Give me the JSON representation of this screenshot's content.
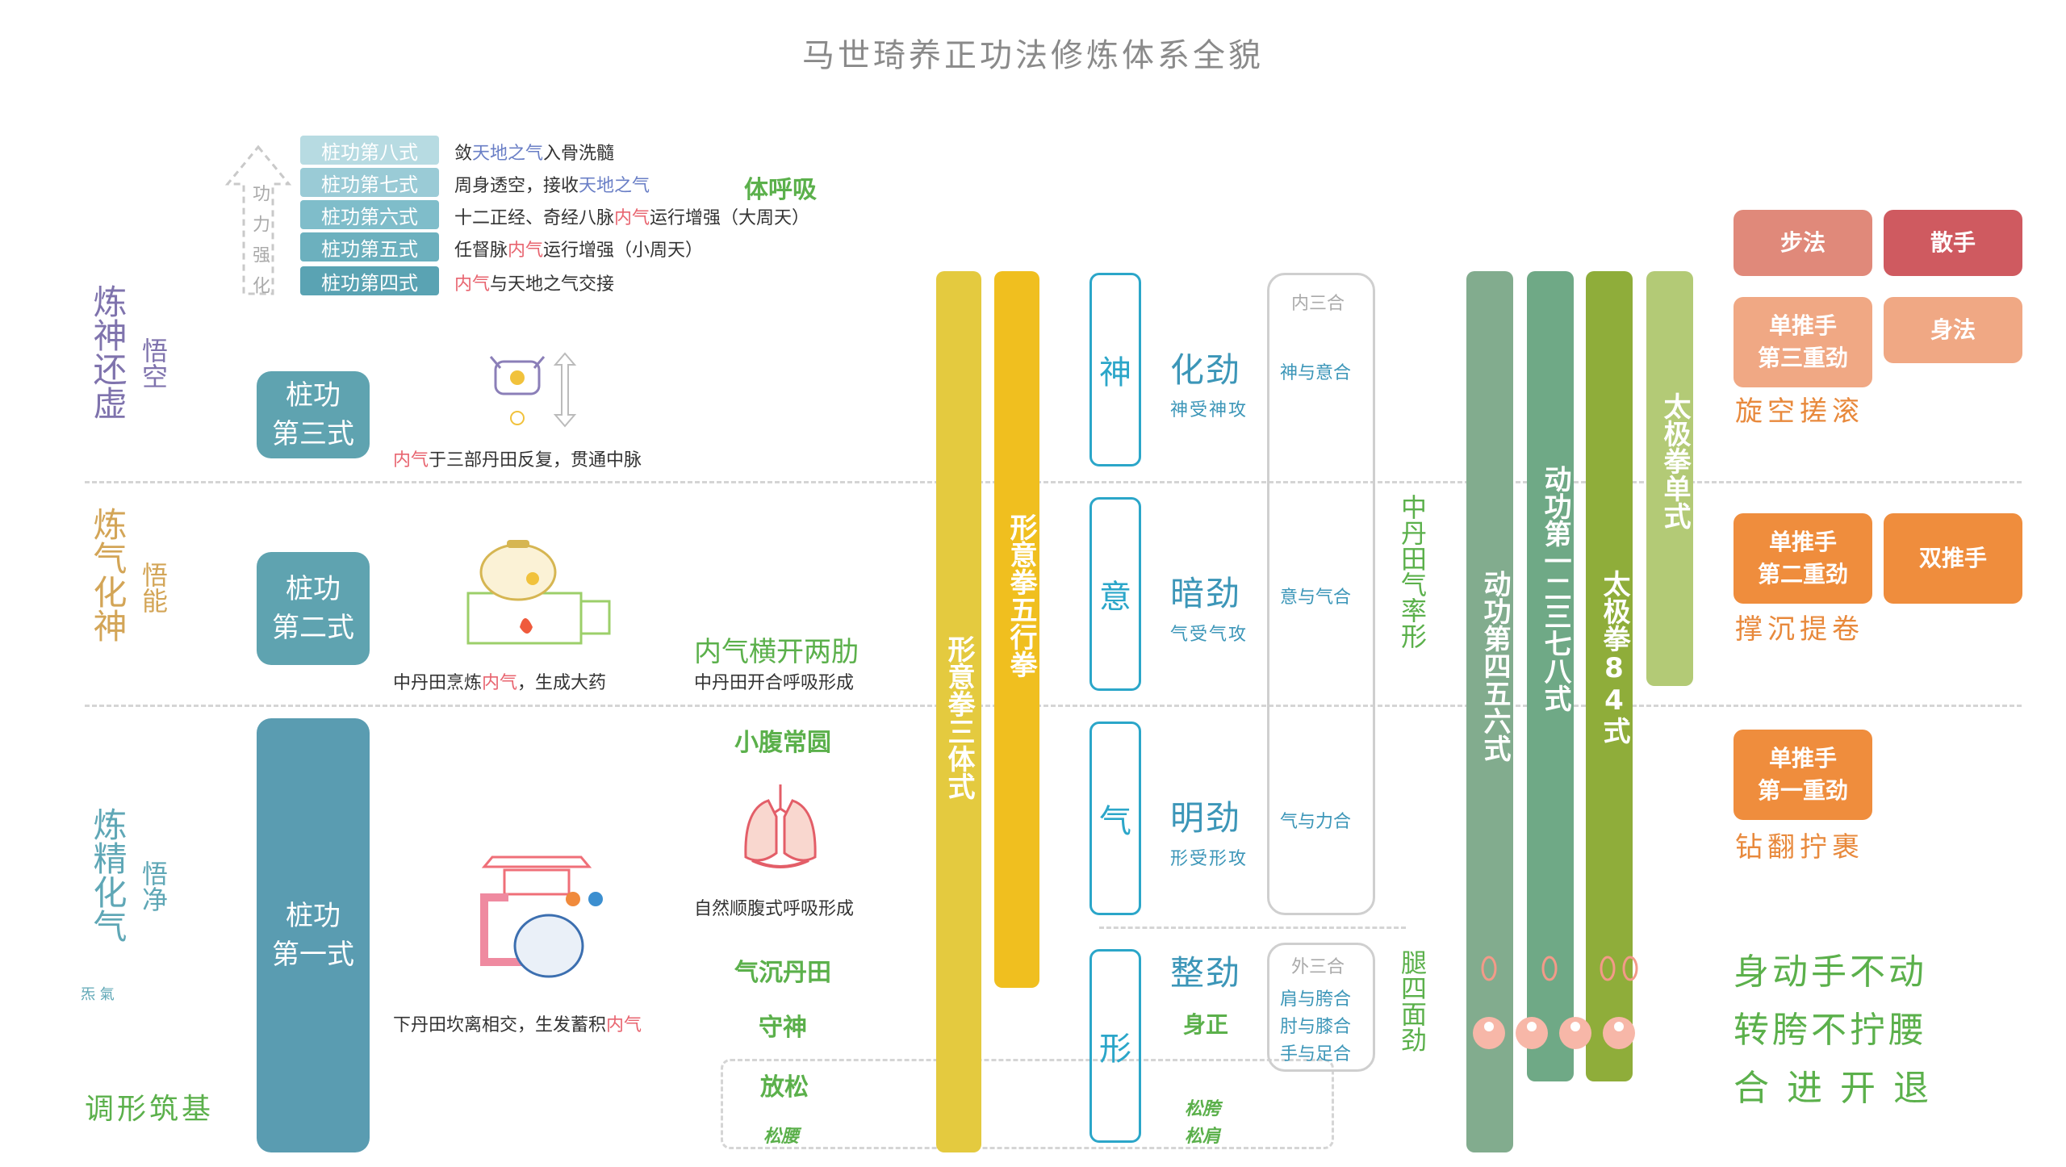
{
  "title": "马世琦养正功法修炼体系全貌",
  "colors": {
    "teal": "#5fa7b6",
    "teal_dark": "#4f97a6",
    "pillar_yellow": "#e4ca3f",
    "pillar_gold": "#f0bf1f",
    "pillar_green1": "#82ac8e",
    "pillar_green2": "#6fa986",
    "pillar_olive": "#8fad3a",
    "pillar_light": "#b3ca76",
    "jin_blue": "#2ba6c9",
    "green_text": "#5bb04b",
    "orange": "#ef8d3d",
    "salmon": "#e0897a",
    "red_btn": "#cf5a60",
    "peach": "#f0a884"
  },
  "gongli": {
    "label": "功力强化",
    "icon": "up-arrow-icon"
  },
  "stances_upper": [
    {
      "label": "桩功第八式",
      "desc_parts": [
        "敛",
        "天地之气",
        "入骨洗髓"
      ],
      "color": "#b7dbe2"
    },
    {
      "label": "桩功第七式",
      "desc_parts": [
        "周身透空，接收",
        "天地之气",
        ""
      ],
      "color": "#9acbd6"
    },
    {
      "label": "桩功第六式",
      "desc_parts": [
        "十二正经、奇经八脉",
        "内气",
        "运行增强（大周天）"
      ],
      "color": "#7fbdca"
    },
    {
      "label": "桩功第五式",
      "desc_parts": [
        "任督脉",
        "内气",
        "运行增强（小周天）"
      ],
      "color": "#6cb0be"
    },
    {
      "label": "桩功第四式",
      "desc_parts": [
        "",
        "内气",
        "与天地之气交接"
      ],
      "color": "#5aa3b3"
    }
  ],
  "ti_huxi": "体呼吸",
  "realms": {
    "shen": {
      "text": "炼神还虚",
      "wu": "悟空",
      "color": "#7f73ad"
    },
    "qi": {
      "text": "炼气化神",
      "wu": "悟能",
      "color": "#d3a557"
    },
    "jing": {
      "text": "炼精化气",
      "wu": "悟净",
      "color": "#5fa7b6"
    },
    "jing_small": "炁 氣",
    "tiaoxing": "调形筑基"
  },
  "zhuang": {
    "three": [
      "桩功",
      "第三式"
    ],
    "two": [
      "桩功",
      "第二式"
    ],
    "one": [
      "桩功",
      "第一式"
    ]
  },
  "captions": {
    "three_parts": [
      "内气",
      "于三部丹田反复，贯通中脉"
    ],
    "two_parts": [
      "中丹田烹炼",
      "内气",
      "，生成大药"
    ],
    "one_parts": [
      "下丹田坎离相交，生发蓄积",
      "内气",
      ""
    ],
    "neiqi_heng": "内气横开两肋",
    "zhong_breath": "中丹田开合呼吸形成",
    "xiaofu": "小腹常圆",
    "natural": "自然顺腹式呼吸形成",
    "qichen": "气沉丹田",
    "shoushen": "守神",
    "fangsong": "放松",
    "songyao": "松腰",
    "songkua": "松胯",
    "songjian": "松肩"
  },
  "pillars": {
    "santi": "形意拳三体式",
    "wuxing": "形意拳五行拳",
    "dong456": "动功第四五六式",
    "dong1278": "动功第一二三七八式",
    "taiji84": "太极拳84式",
    "taiji_single": "太极拳单式"
  },
  "jin": [
    {
      "box": "神",
      "name": "化劲",
      "sub": "神受神攻",
      "he": "神与意合"
    },
    {
      "box": "意",
      "name": "暗劲",
      "sub": "气受气攻",
      "he": "意与气合"
    },
    {
      "box": "气",
      "name": "明劲",
      "sub": "形受形攻",
      "he": "气与力合"
    }
  ],
  "xing": {
    "box": "形",
    "name": "整劲",
    "sub": "身正"
  },
  "nei_san_he": "内三合",
  "wai_san_he": {
    "title": "外三合",
    "items": [
      "肩与胯合",
      "肘与膝合",
      "手与足合"
    ]
  },
  "zhong_dantian": "中丹田气率形",
  "tui_si": "腿四面劲",
  "buttons": {
    "bufa": "步法",
    "sanshou": "散手",
    "tuishou3": [
      "单推手",
      "第三重劲"
    ],
    "shenfa": "身法",
    "xuankong": "旋空搓滚",
    "tuishou2": [
      "单推手",
      "第二重劲"
    ],
    "shuang": "双推手",
    "chenti": "撑沉提卷",
    "tuishou1": [
      "单推手",
      "第一重劲"
    ],
    "zuanfan": "钻翻拧裹"
  },
  "mottos": [
    "身动手不动",
    "转胯不拧腰",
    "合 进 开 退"
  ]
}
